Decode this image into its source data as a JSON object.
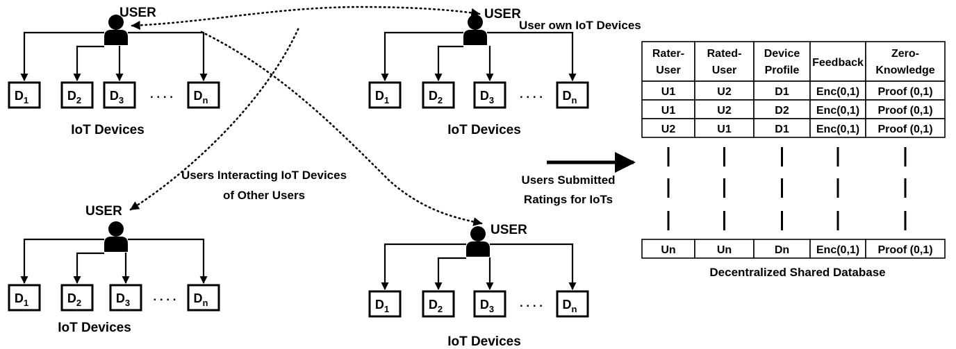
{
  "user_label": "USER",
  "device_group_label": "IoT Devices",
  "device_prefix": "D",
  "device_subscripts": [
    "1",
    "2",
    "3",
    "n"
  ],
  "ellipsis": ". . . .",
  "annotations": {
    "own_devices": "User own IoT Devices",
    "interacting_line1": "Users Interacting IoT Devices",
    "interacting_line2": "of Other Users",
    "submitted_line1": "Users Submitted",
    "submitted_line2": "Ratings for IoTs"
  },
  "table": {
    "headers": [
      [
        "Rater-",
        "User"
      ],
      [
        "Rated-",
        "User"
      ],
      [
        "Device",
        "Profile"
      ],
      [
        "Feedback"
      ],
      [
        "Zero-",
        "Knowledge"
      ]
    ],
    "rows": [
      [
        "U1",
        "U2",
        "D1",
        "Enc(0,1)",
        "Proof (0,1)"
      ],
      [
        "U1",
        "U2",
        "D2",
        "Enc(0,1)",
        "Proof (0,1)"
      ],
      [
        "U2",
        "U1",
        "D1",
        "Enc(0,1)",
        "Proof (0,1)"
      ]
    ],
    "last_row": [
      "Un",
      "Un",
      "Dn",
      "Enc(0,1)",
      "Proof (0,1)"
    ],
    "caption": "Decentralized Shared Database"
  }
}
